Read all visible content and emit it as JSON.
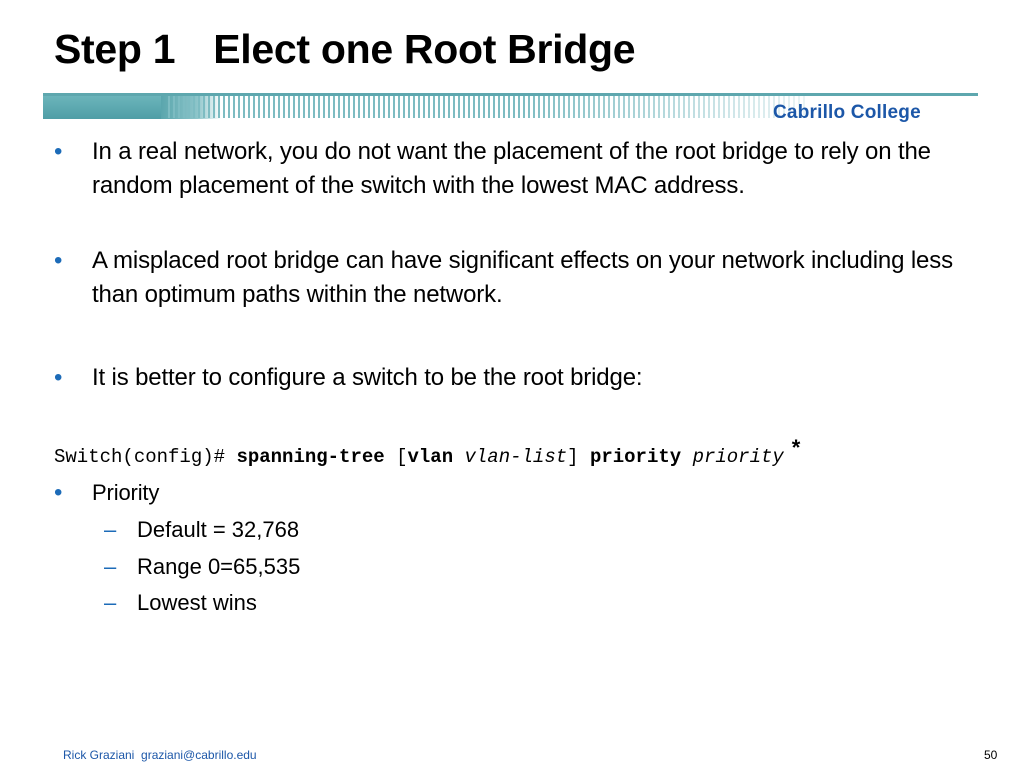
{
  "title": {
    "step": "Step 1",
    "heading": "Elect one Root Bridge"
  },
  "brand": "Cabrillo College",
  "bullets": [
    "In a real network, you do not want the placement of the root bridge to rely on the random placement of the switch with the lowest MAC address.",
    "A misplaced root bridge can have significant effects on your network including less than optimum paths within the network.",
    "It is better to configure a switch to be the root bridge:"
  ],
  "command": {
    "prompt": "Switch(config)# ",
    "keyword": "spanning-tree",
    "open_bracket": " [",
    "vlan_kw": "vlan",
    "vlan_arg": "vlan-list",
    "close_bracket": "] ",
    "priority_kw": "priority",
    "priority_arg": "priority",
    "mark": "*"
  },
  "priority_bullet": "Priority",
  "priority_items": [
    "Default = 32,768",
    "Range 0=65,535",
    "Lowest wins"
  ],
  "footer": {
    "author": "Rick Graziani",
    "email": "graziani@cabrillo.edu",
    "page": "50"
  },
  "colors": {
    "bullet": "#1c6bb8",
    "brand": "#1c57a8",
    "banner": "#5ea7ae"
  }
}
